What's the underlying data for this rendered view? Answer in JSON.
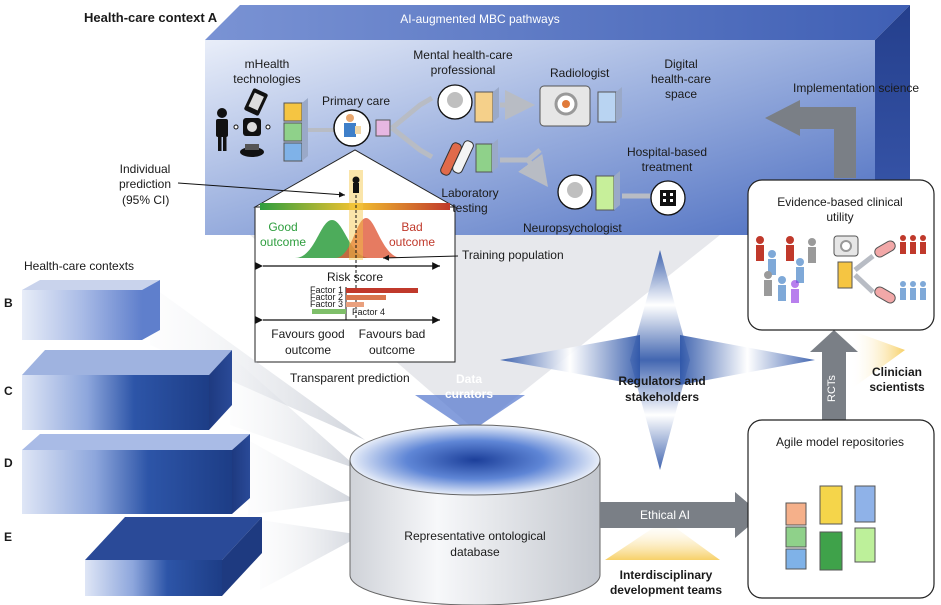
{
  "context_a": {
    "title": "Health-care context A",
    "banner": "AI-augmented MBC pathways",
    "mhealth": "mHealth technologies",
    "primary_care": "Primary care",
    "mental_health": "Mental health-care professional",
    "radiologist": "Radiologist",
    "digital_space": "Digital health-care space",
    "laboratory": "Laboratory testing",
    "hospital": "Hospital-based treatment",
    "neuropsychologist": "Neuropsychologist"
  },
  "prediction": {
    "individual_prediction": "Individual prediction",
    "ci": "(95% CI)",
    "good_outcome": "Good outcome",
    "bad_outcome": "Bad outcome",
    "training_population": "Training population",
    "risk_score": "Risk score",
    "factors": [
      "Factor 1",
      "Factor 2",
      "Factor 3",
      "Factor 4"
    ],
    "favours_good": "Favours good outcome",
    "favours_bad": "Favours bad outcome",
    "transparent": "Transparent prediction"
  },
  "contexts": {
    "title": "Health-care contexts",
    "labels": [
      "B",
      "C",
      "D",
      "E"
    ]
  },
  "center": {
    "data_curators": "Data curators",
    "regulators": "Regulators and stakeholders",
    "database": "Representative ontological database",
    "ethical_ai": "Ethical AI",
    "interdisciplinary": "Interdisciplinary development teams"
  },
  "right": {
    "implementation": "Implementation science",
    "evidence": "Evidence-based clinical utility",
    "rcts": "RCTs",
    "clinician": "Clinician scientists",
    "repositories": "Agile model repositories"
  },
  "colors": {
    "accent_blue": "#2d55a8",
    "grey_arrow": "#7a7f86",
    "good_green": "#2e9e3e",
    "bad_red": "#c0392b",
    "highlight_yellow": "#f5c542"
  }
}
